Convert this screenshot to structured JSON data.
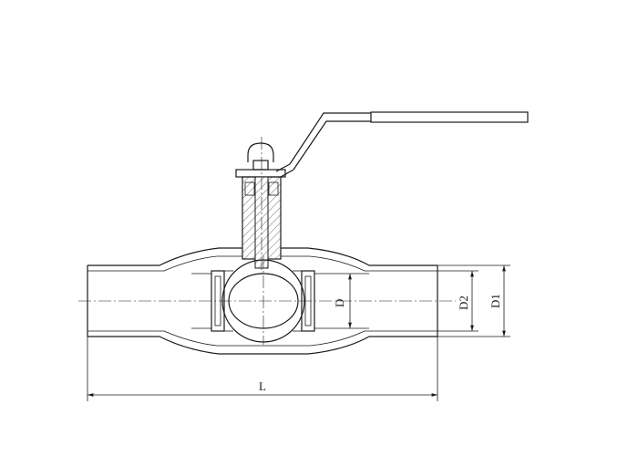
{
  "labels": {
    "length": "L",
    "bore": "D",
    "outer_diameter_2": "D2",
    "outer_diameter_1": "D1"
  }
}
